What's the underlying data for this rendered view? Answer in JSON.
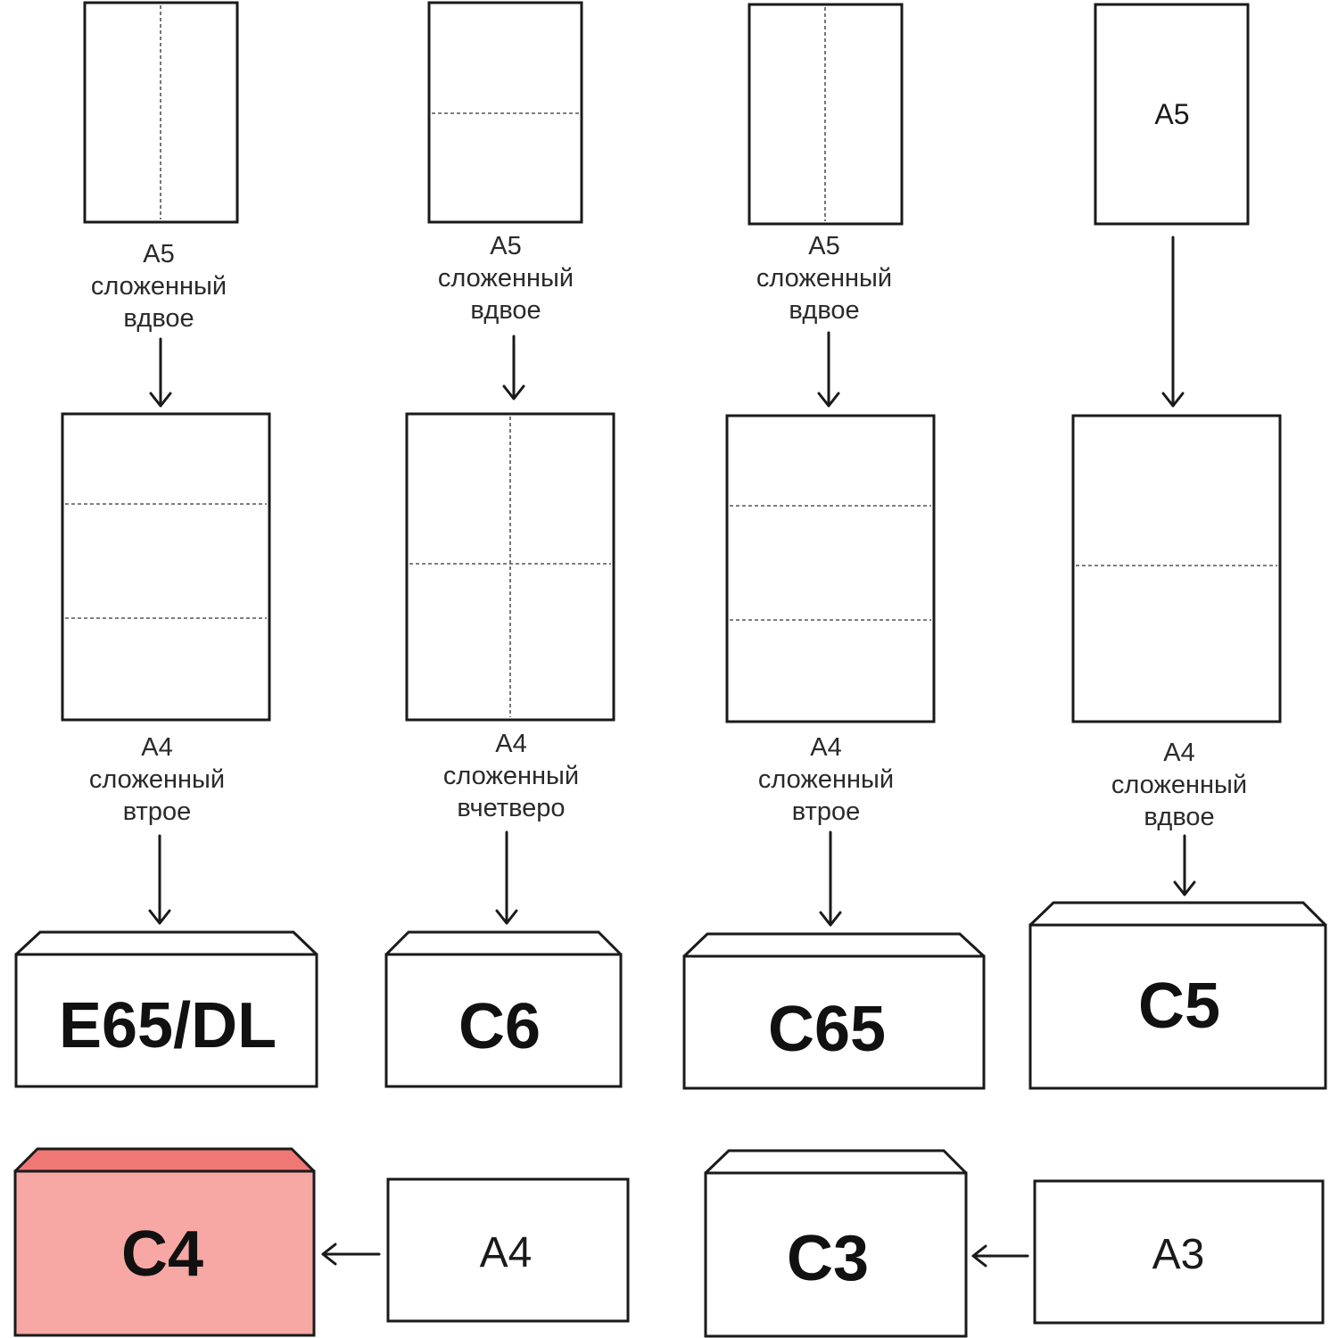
{
  "columns": [
    {
      "folded_a5": {
        "size": "A5",
        "folded": "сложенный",
        "fold_type": "вдвое"
      },
      "folded_a4": {
        "size": "A4",
        "folded": "сложенный",
        "fold_type": "втрое"
      },
      "envelope": "E65/DL"
    },
    {
      "folded_a5": {
        "size": "A5",
        "folded": "сложенный",
        "fold_type": "вдвое"
      },
      "folded_a4": {
        "size": "A4",
        "folded": "сложенный",
        "fold_type": "вчетверо"
      },
      "envelope": "C6"
    },
    {
      "folded_a5": {
        "size": "A5",
        "folded": "сложенный",
        "fold_type": "вдвое"
      },
      "folded_a4": {
        "size": "A4",
        "folded": "сложенный",
        "fold_type": "втрое"
      },
      "envelope": "C65"
    },
    {
      "top_sheet_label": "A5",
      "folded_a4": {
        "size": "A4",
        "folded": "сложенный",
        "fold_type": "вдвое"
      },
      "envelope": "C5"
    }
  ],
  "bottom_row": [
    {
      "envelope": "C4",
      "sheet": "A4",
      "highlight_color": "#f7a8a4"
    },
    {
      "envelope": "C3",
      "sheet": "A3"
    }
  ]
}
